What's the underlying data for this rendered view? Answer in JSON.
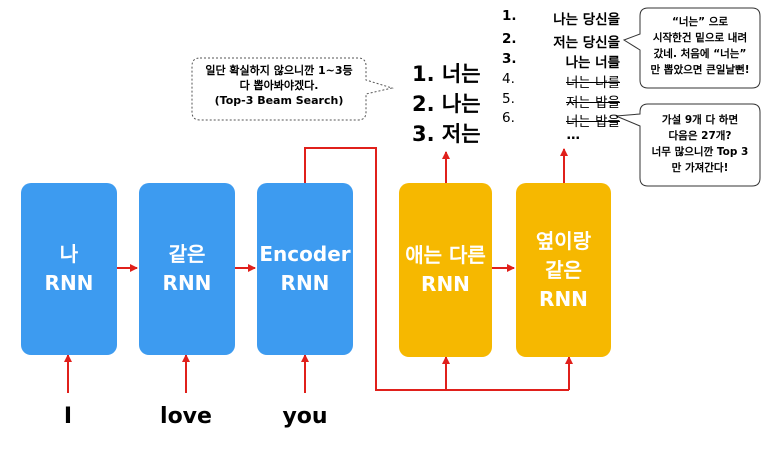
{
  "encoder": [
    {
      "line1": "나",
      "line2": "RNN"
    },
    {
      "line1": "같은",
      "line2": "RNN"
    },
    {
      "line1": "Encoder",
      "line2": "RNN"
    }
  ],
  "decoder": [
    {
      "line1": "애는 다른",
      "line2": "RNN",
      "line3": ""
    },
    {
      "line1": "옆이랑",
      "line2": "같은",
      "line3": "RNN"
    }
  ],
  "inputs": [
    "I",
    "love",
    "you"
  ],
  "candidates": [
    "1. 너는",
    "2. 나는",
    "3. 저는"
  ],
  "bubble_left": {
    "line1": "일단 확실하지 않으니깐 1~3등",
    "line2": "다 뽑아봐야겠다.",
    "line3": "(Top-3 Beam Search)"
  },
  "list": [
    {
      "num": "1.",
      "text": "나는 당신을"
    },
    {
      "num": "2.",
      "text": "저는 당신을"
    },
    {
      "num": "3.",
      "text": "나는 너를"
    },
    {
      "num": "4.",
      "text": "너는 나를"
    },
    {
      "num": "5.",
      "text": "저는 밥을"
    },
    {
      "num": "6.",
      "text": "너는 밥을"
    },
    {
      "num": "",
      "text": "…"
    }
  ],
  "bubble_top_right": {
    "line1": "“너는” 으로",
    "line2": "시작한건 밑으로 내려",
    "line3": "갔네. 처음에 “너는”",
    "line4": "만 뽑았으면 큰일날뻔!"
  },
  "bubble_mid_right": {
    "line1": "가설 9개 다 하면",
    "line2": "다음은 27개?",
    "line3": "너무 많으니깐 Top 3",
    "line4": "만 가져간다!"
  },
  "colors": {
    "encoder": "#3d9bf0",
    "decoder": "#f6b800",
    "arrow": "#e0201b"
  }
}
